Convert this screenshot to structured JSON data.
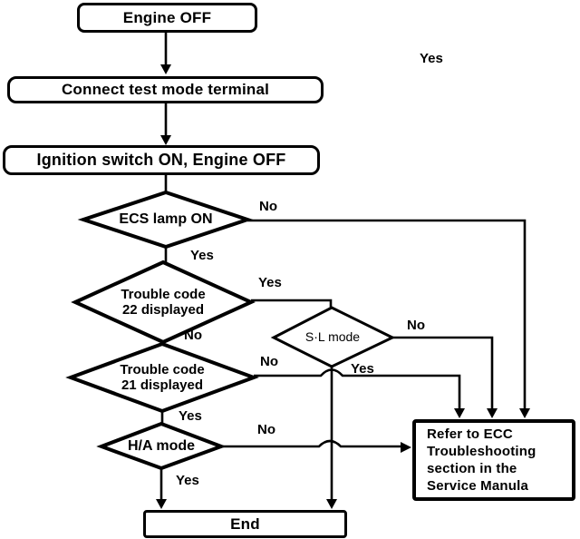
{
  "colors": {
    "ink": "#000000",
    "paper": "#ffffff"
  },
  "flowchart": {
    "title_hint": "ECS test mode check flowchart",
    "process_nodes": {
      "engine_off": "Engine OFF",
      "connect_terminal": "Connect test mode terminal",
      "ignition_on": "Ignition switch ON, Engine OFF",
      "end": "End",
      "refer": "Refer to ECC\nTroubleshooting\nsection in the\nService Manula"
    },
    "decision_nodes": {
      "ecs_lamp": "ECS lamp ON",
      "code22": "Trouble code\n22 displayed",
      "code21": "Trouble code\n21 displayed",
      "sl_mode": "S·L mode",
      "ha_mode": "H/A mode"
    },
    "edge_labels": {
      "ecs_no": "No",
      "ecs_yes": "Yes",
      "code22_yes": "Yes",
      "code22_no": "No",
      "code21_no": "No",
      "code21_yes": "Yes",
      "sl_no": "No",
      "sl_yes": "Yes",
      "ha_no": "No",
      "ha_yes": "Yes",
      "stray_yes": "Yes"
    }
  }
}
